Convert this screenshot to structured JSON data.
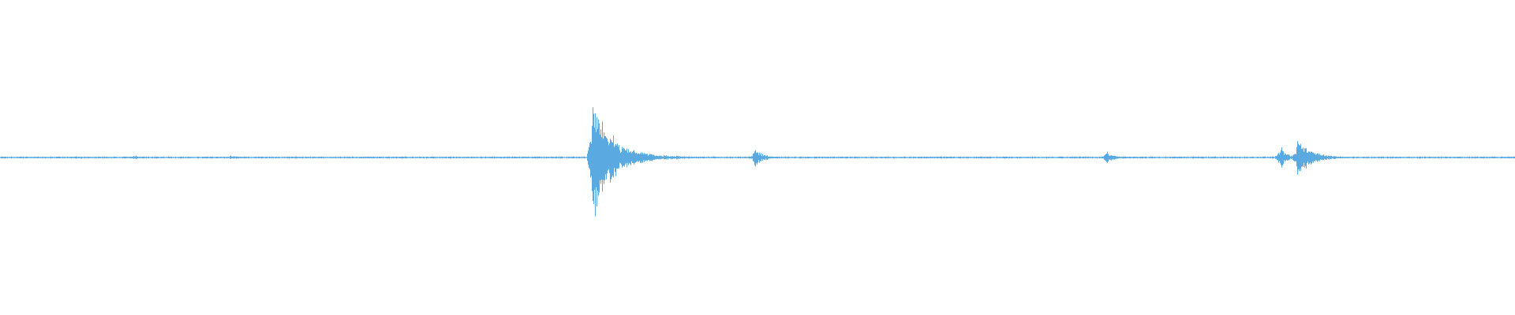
{
  "waveform": {
    "color": "#5aa9e0",
    "background": "#ffffff",
    "baseline_amplitude": 0.012,
    "events": [
      {
        "position": 0.089,
        "amplitude": 0.04,
        "decay": 0.002
      },
      {
        "position": 0.152,
        "amplitude": 0.035,
        "decay": 0.006
      },
      {
        "position": 0.391,
        "amplitude": 1.0,
        "decay": 0.012
      },
      {
        "position": 0.394,
        "amplitude": 0.55,
        "decay": 0.01
      },
      {
        "position": 0.392,
        "amplitude": 0.4,
        "decay": 0.02
      },
      {
        "position": 0.498,
        "amplitude": 0.14,
        "decay": 0.006
      },
      {
        "position": 0.73,
        "amplitude": 0.1,
        "decay": 0.005
      },
      {
        "position": 0.845,
        "amplitude": 0.22,
        "decay": 0.004
      },
      {
        "position": 0.856,
        "amplitude": 0.28,
        "decay": 0.01
      }
    ]
  }
}
